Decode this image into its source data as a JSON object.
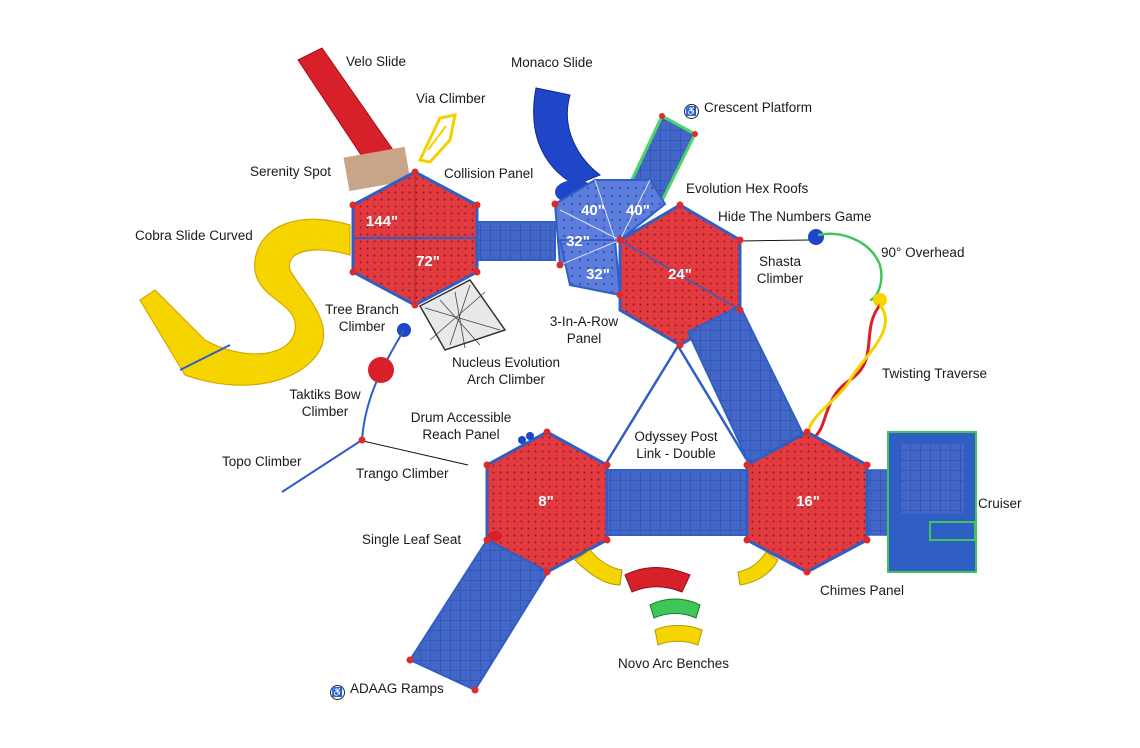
{
  "labels": {
    "velo_slide": "Velo Slide",
    "monaco_slide": "Monaco Slide",
    "via_climber": "Via Climber",
    "crescent_platform": "Crescent Platform",
    "serenity_spot": "Serenity Spot",
    "collision_panel": "Collision Panel",
    "evolution_hex_roofs": "Evolution Hex Roofs",
    "hide_the_numbers_game": "Hide The Numbers Game",
    "cobra_slide_curved": "Cobra Slide Curved",
    "overhead_90": "90° Overhead",
    "shasta_climber_1": "Shasta",
    "shasta_climber_2": "Climber",
    "tree_branch_climber_1": "Tree Branch",
    "tree_branch_climber_2": "Climber",
    "three_in_a_row_panel_1": "3-In-A-Row",
    "three_in_a_row_panel_2": "Panel",
    "nucleus_evolution_1": "Nucleus Evolution",
    "nucleus_evolution_2": "Arch Climber",
    "twisting_traverse": "Twisting Traverse",
    "taktiks_bow_climber_1": "Taktiks Bow",
    "taktiks_bow_climber_2": "Climber",
    "drum_accessible_1": "Drum Accessible",
    "drum_accessible_2": "Reach Panel",
    "odyssey_post_link_1": "Odyssey Post",
    "odyssey_post_link_2": "Link - Double",
    "topo_climber": "Topo Climber",
    "trango_climber": "Trango Climber",
    "cruiser": "Cruiser",
    "single_leaf_seat": "Single Leaf Seat",
    "chimes_panel": "Chimes Panel",
    "novo_arc_benches": "Novo Arc Benches",
    "adaag_ramps": "ADAAG Ramps"
  },
  "deck_heights": {
    "h144": "144\"",
    "h72": "72\"",
    "h40a": "40\"",
    "h40b": "40\"",
    "h32a": "32\"",
    "h32b": "32\"",
    "h24": "24\"",
    "h8": "8\"",
    "h16": "16\""
  },
  "icons": {
    "accessibility": "wheelchair-icon"
  },
  "colors": {
    "deck_red": "#e23a3f",
    "frame_blue": "#2f5fc4",
    "slide_red": "#d8202a",
    "slide_yellow": "#f6d400",
    "slide_blue": "#1f45c8",
    "bench_green": "#3fc55a"
  }
}
